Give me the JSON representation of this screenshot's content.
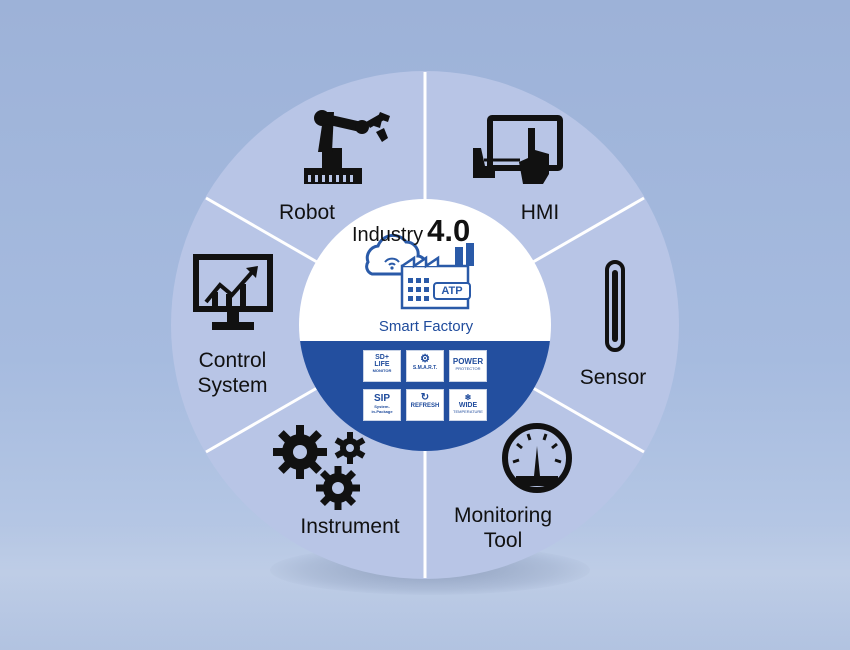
{
  "center": {
    "title_prefix": "Industry",
    "title_version": "4.0",
    "subtitle": "Smart Factory",
    "factory_badge": "ATP",
    "badges": [
      {
        "id": "sd-life",
        "line1": "SD+",
        "line2": "LIFE",
        "line3": "MONITOR"
      },
      {
        "id": "smart",
        "line1": "",
        "line2": "S.M.A.R.T.",
        "line3": ""
      },
      {
        "id": "power",
        "line1": "POWER",
        "line2": "PROTECTOR",
        "line3": ""
      },
      {
        "id": "sip",
        "line1": "SIP",
        "line2": "System-",
        "line3": "in-Package"
      },
      {
        "id": "refresh",
        "line1": "",
        "line2": "REFRESH",
        "line3": ""
      },
      {
        "id": "wide",
        "line1": "WIDE",
        "line2": "TEMPERATURE",
        "line3": ""
      }
    ]
  },
  "segments": {
    "robot": "Robot",
    "hmi": "HMI",
    "sensor": "Sensor",
    "monitoring_line1": "Monitoring",
    "monitoring_line2": "Tool",
    "instrument": "Instrument",
    "control_line1": "Control",
    "control_line2": "System"
  },
  "colors": {
    "ring": "#b8c5e6",
    "divider": "#ffffff",
    "center_top": "#ffffff",
    "center_bottom": "#234f9f",
    "accent_blue": "#1f4b9c"
  }
}
